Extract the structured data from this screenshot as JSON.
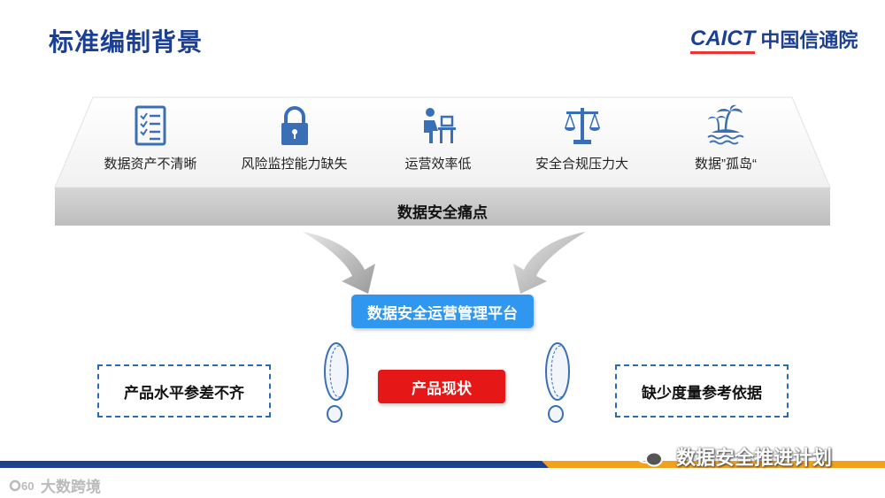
{
  "header": {
    "title": "标准编制背景",
    "logo_mark": "CAICT",
    "logo_cn": "中国信通院"
  },
  "pain_points": {
    "items": [
      {
        "label": "数据资产不清晰",
        "icon": "checklist-icon"
      },
      {
        "label": "风险监控能力缺失",
        "icon": "lock-icon"
      },
      {
        "label": "运营效率低",
        "icon": "person-at-desk-icon"
      },
      {
        "label": "安全合规压力大",
        "icon": "scales-icon"
      },
      {
        "label": "数据”孤岛“",
        "icon": "island-icon"
      }
    ],
    "shelf_label": "数据安全痛点"
  },
  "platform_label": "数据安全运营管理平台",
  "status": {
    "left": "产品水平参差不齐",
    "center": "产品现状",
    "right": "缺少度量参考依据"
  },
  "footer": {
    "left_text": "大数跨境",
    "watermark": "数据安全推进计划"
  },
  "colors": {
    "title": "#1b3f93",
    "icon_blue": "#3a6fb5",
    "shelf_gray": "#cfcfcf",
    "platform_blue": "#2f97f0",
    "status_red": "#e61717",
    "footer_blue": "#1f3f8f",
    "footer_orange": "#f5a01a"
  }
}
